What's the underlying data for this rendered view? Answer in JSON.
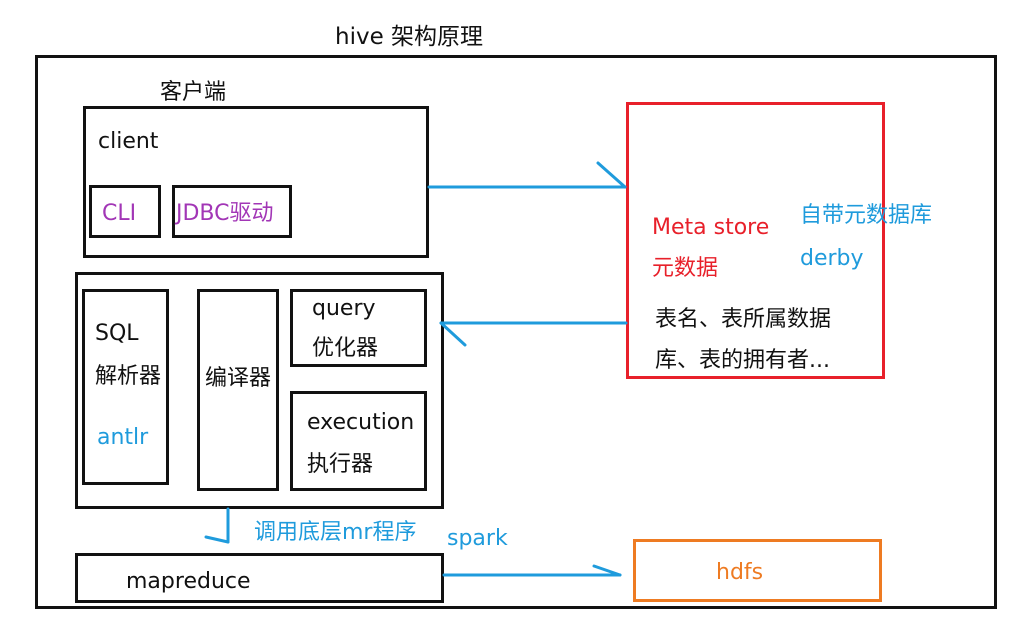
{
  "title": "hive  架构原理",
  "colors": {
    "text": "#111111",
    "purple": "#a236b6",
    "blue": "#1f9bdc",
    "red": "#e8202a",
    "orange": "#ee7b22"
  },
  "client_section": {
    "header": "客户端",
    "client_label": "client",
    "cli_label": "CLI",
    "jdbc_label": "JDBC驱动"
  },
  "driver": {
    "sql_parser_line1": "SQL",
    "sql_parser_line2": "解析器",
    "antlr": "antlr",
    "compiler": "编译器",
    "optimizer_line1": "query",
    "optimizer_line2": "优化器",
    "execution_line1": "execution",
    "execution_line2": "执行器"
  },
  "metastore": {
    "line1": "Meta store",
    "line2": "元数据",
    "builtin_db_line1": "自带元数据库",
    "builtin_db_line2": "derby",
    "desc_line1": "表名、表所属数据",
    "desc_line2": "库、表的拥有者..."
  },
  "call_label": "调用底层mr程序",
  "spark_label": "spark",
  "mapreduce": "mapreduce",
  "hdfs": "hdfs"
}
